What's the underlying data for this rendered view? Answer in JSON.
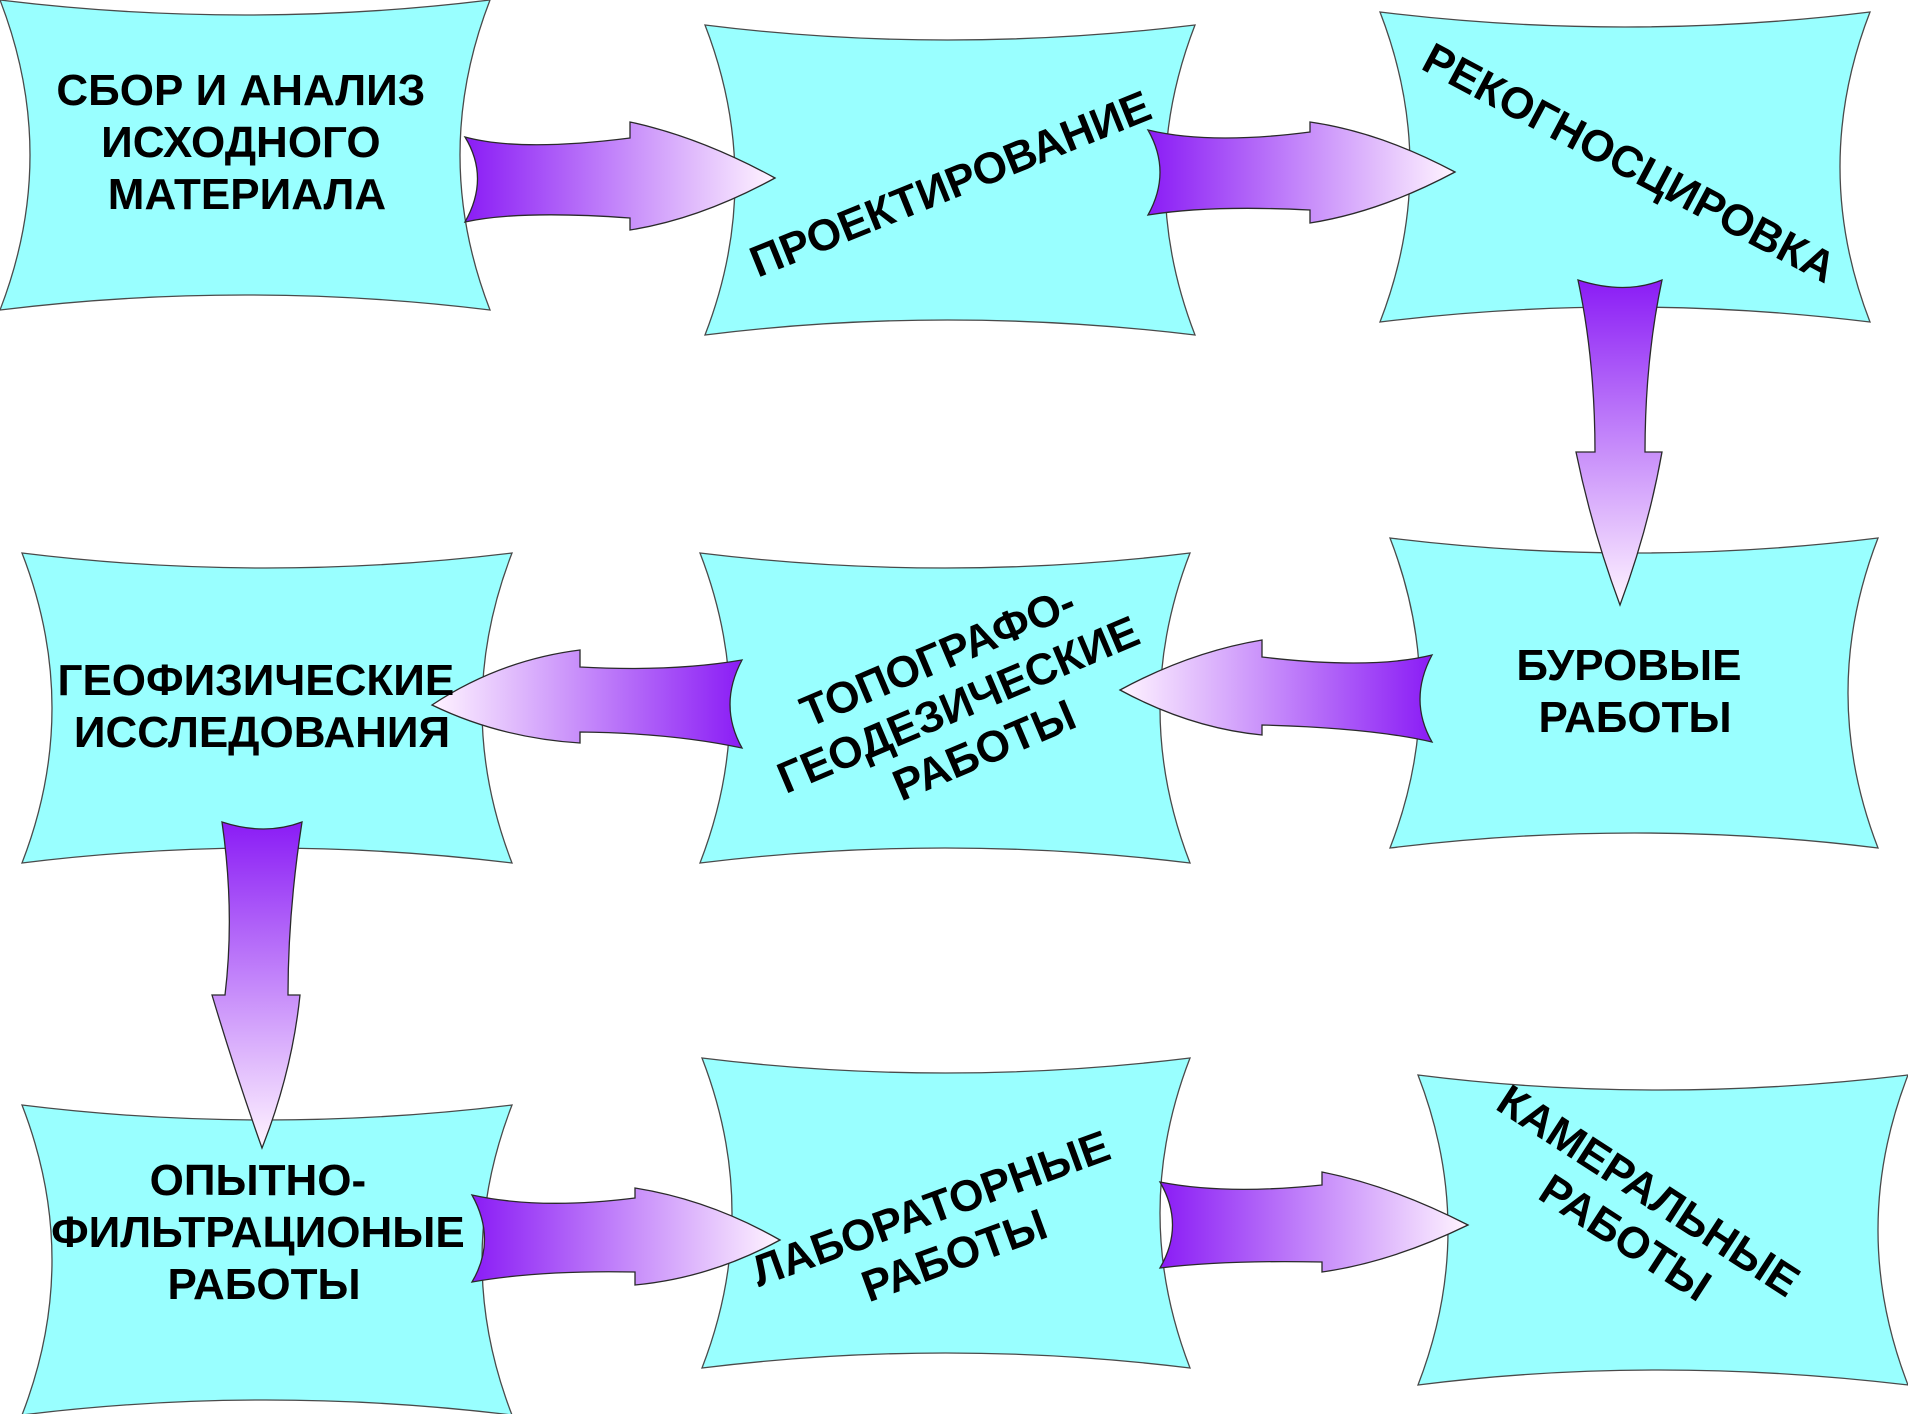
{
  "colors": {
    "box_fill": "#99ffff",
    "box_stroke": "#4a4a4a",
    "arrow_dark": "#8a1cf5",
    "arrow_light": "#fff4ff",
    "text": "#000000"
  },
  "steps": [
    {
      "id": "collection",
      "lines": [
        "СБОР И АНАЛИЗ",
        "ИСХОДНОГО",
        "МАТЕРИАЛА"
      ]
    },
    {
      "id": "design",
      "lines": [
        "ПРОЕКТИРОВАНИЕ"
      ]
    },
    {
      "id": "reconnaissance",
      "lines": [
        "РЕКОГНОСЦИРОВКА"
      ]
    },
    {
      "id": "drilling",
      "lines": [
        "БУРОВЫЕ",
        "РАБОТЫ"
      ]
    },
    {
      "id": "topographic",
      "lines": [
        "ТОПОГРАФО-",
        "ГЕОДЕЗИЧЕСКИЕ",
        "РАБОТЫ"
      ]
    },
    {
      "id": "geophysical",
      "lines": [
        "ГЕОФИЗИЧЕСКИЕ",
        "ИССЛЕДОВАНИЯ"
      ]
    },
    {
      "id": "filtration",
      "lines": [
        "ОПЫТНО-",
        "ФИЛЬТРАЦИОНЫЕ",
        "РАБОТЫ"
      ]
    },
    {
      "id": "laboratory",
      "lines": [
        "ЛАБОРАТОРНЫЕ",
        "РАБОТЫ"
      ]
    },
    {
      "id": "cameral",
      "lines": [
        "КАМЕРАЛЬНЫЕ",
        "РАБОТЫ"
      ]
    }
  ],
  "connections": [
    {
      "from": "collection",
      "to": "design"
    },
    {
      "from": "design",
      "to": "reconnaissance"
    },
    {
      "from": "reconnaissance",
      "to": "drilling"
    },
    {
      "from": "drilling",
      "to": "topographic"
    },
    {
      "from": "topographic",
      "to": "geophysical"
    },
    {
      "from": "geophysical",
      "to": "filtration"
    },
    {
      "from": "filtration",
      "to": "laboratory"
    },
    {
      "from": "laboratory",
      "to": "cameral"
    }
  ]
}
